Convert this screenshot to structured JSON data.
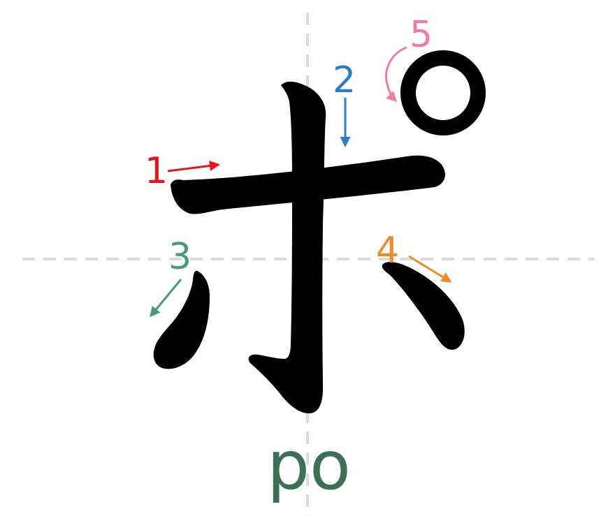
{
  "character": "ポ",
  "romaji": "po",
  "stroke_count": 5,
  "strokes": [
    {
      "number": "1",
      "color": "#e8131f"
    },
    {
      "number": "2",
      "color": "#2c7bc4"
    },
    {
      "number": "3",
      "color": "#4a9a7a"
    },
    {
      "number": "4",
      "color": "#f08a2a"
    },
    {
      "number": "5",
      "color": "#f07aa8"
    }
  ],
  "colors": {
    "glyph": "#000000",
    "guide": "#d9dedc",
    "romaji": "#3e7058",
    "background": "#ffffff"
  }
}
